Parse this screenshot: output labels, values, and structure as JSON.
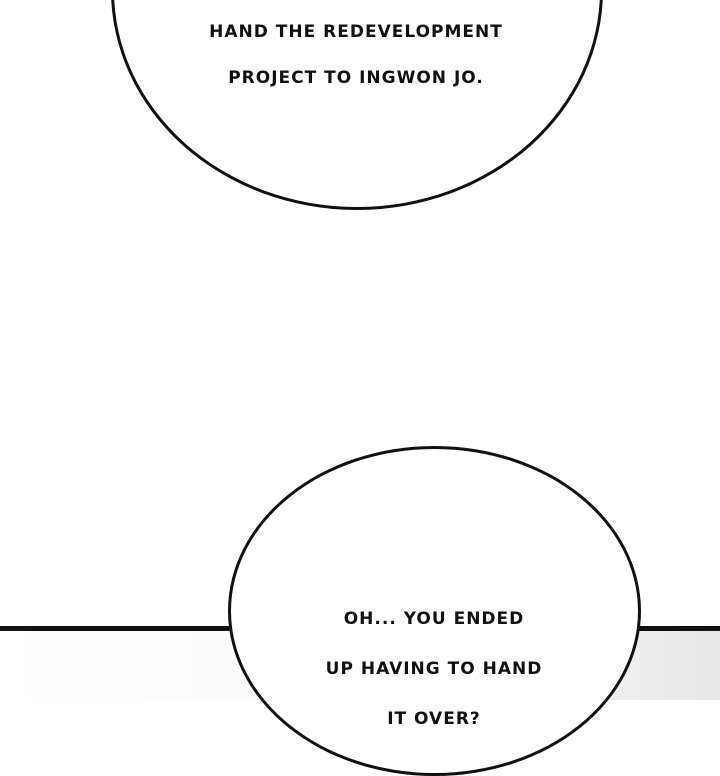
{
  "bubbles": [
    {
      "lines": [
        "HAND THE REDEVELOPMENT",
        "PROJECT TO INGWON JO."
      ]
    },
    {
      "lines": [
        "OH... YOU ENDED",
        "UP HAVING TO HAND",
        "IT OVER?"
      ]
    }
  ]
}
